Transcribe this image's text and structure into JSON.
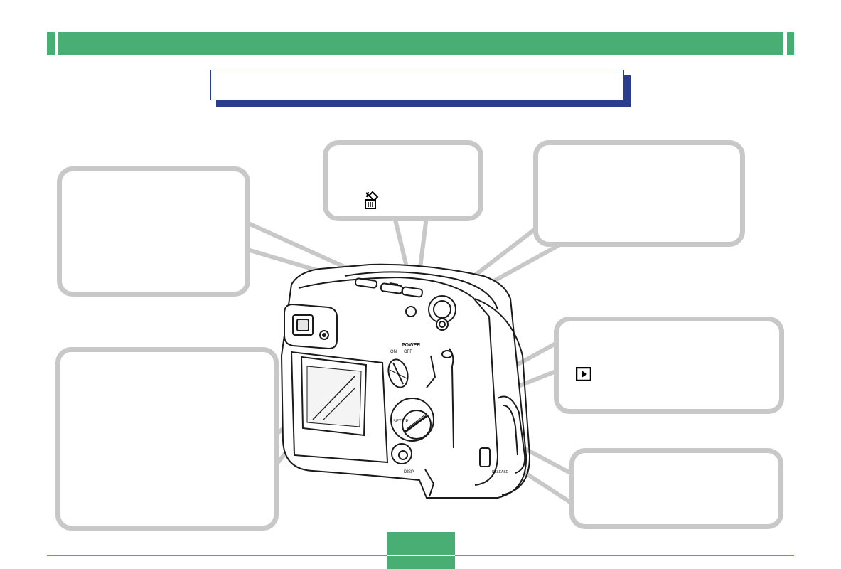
{
  "header": {
    "band_color": "#49ae74"
  },
  "title_box": {
    "border_color": "#2a3d8f"
  },
  "camera": {
    "label_power": "POWER",
    "label_on": "ON",
    "label_off": "OFF",
    "label_setup": "SET UP",
    "label_disp": "DISP",
    "label_release": "RELEASE"
  },
  "icons": {
    "delete": "trash-can-delete-icon",
    "play": "play-mode-icon"
  },
  "callout_border_color": "#c8c8c8"
}
